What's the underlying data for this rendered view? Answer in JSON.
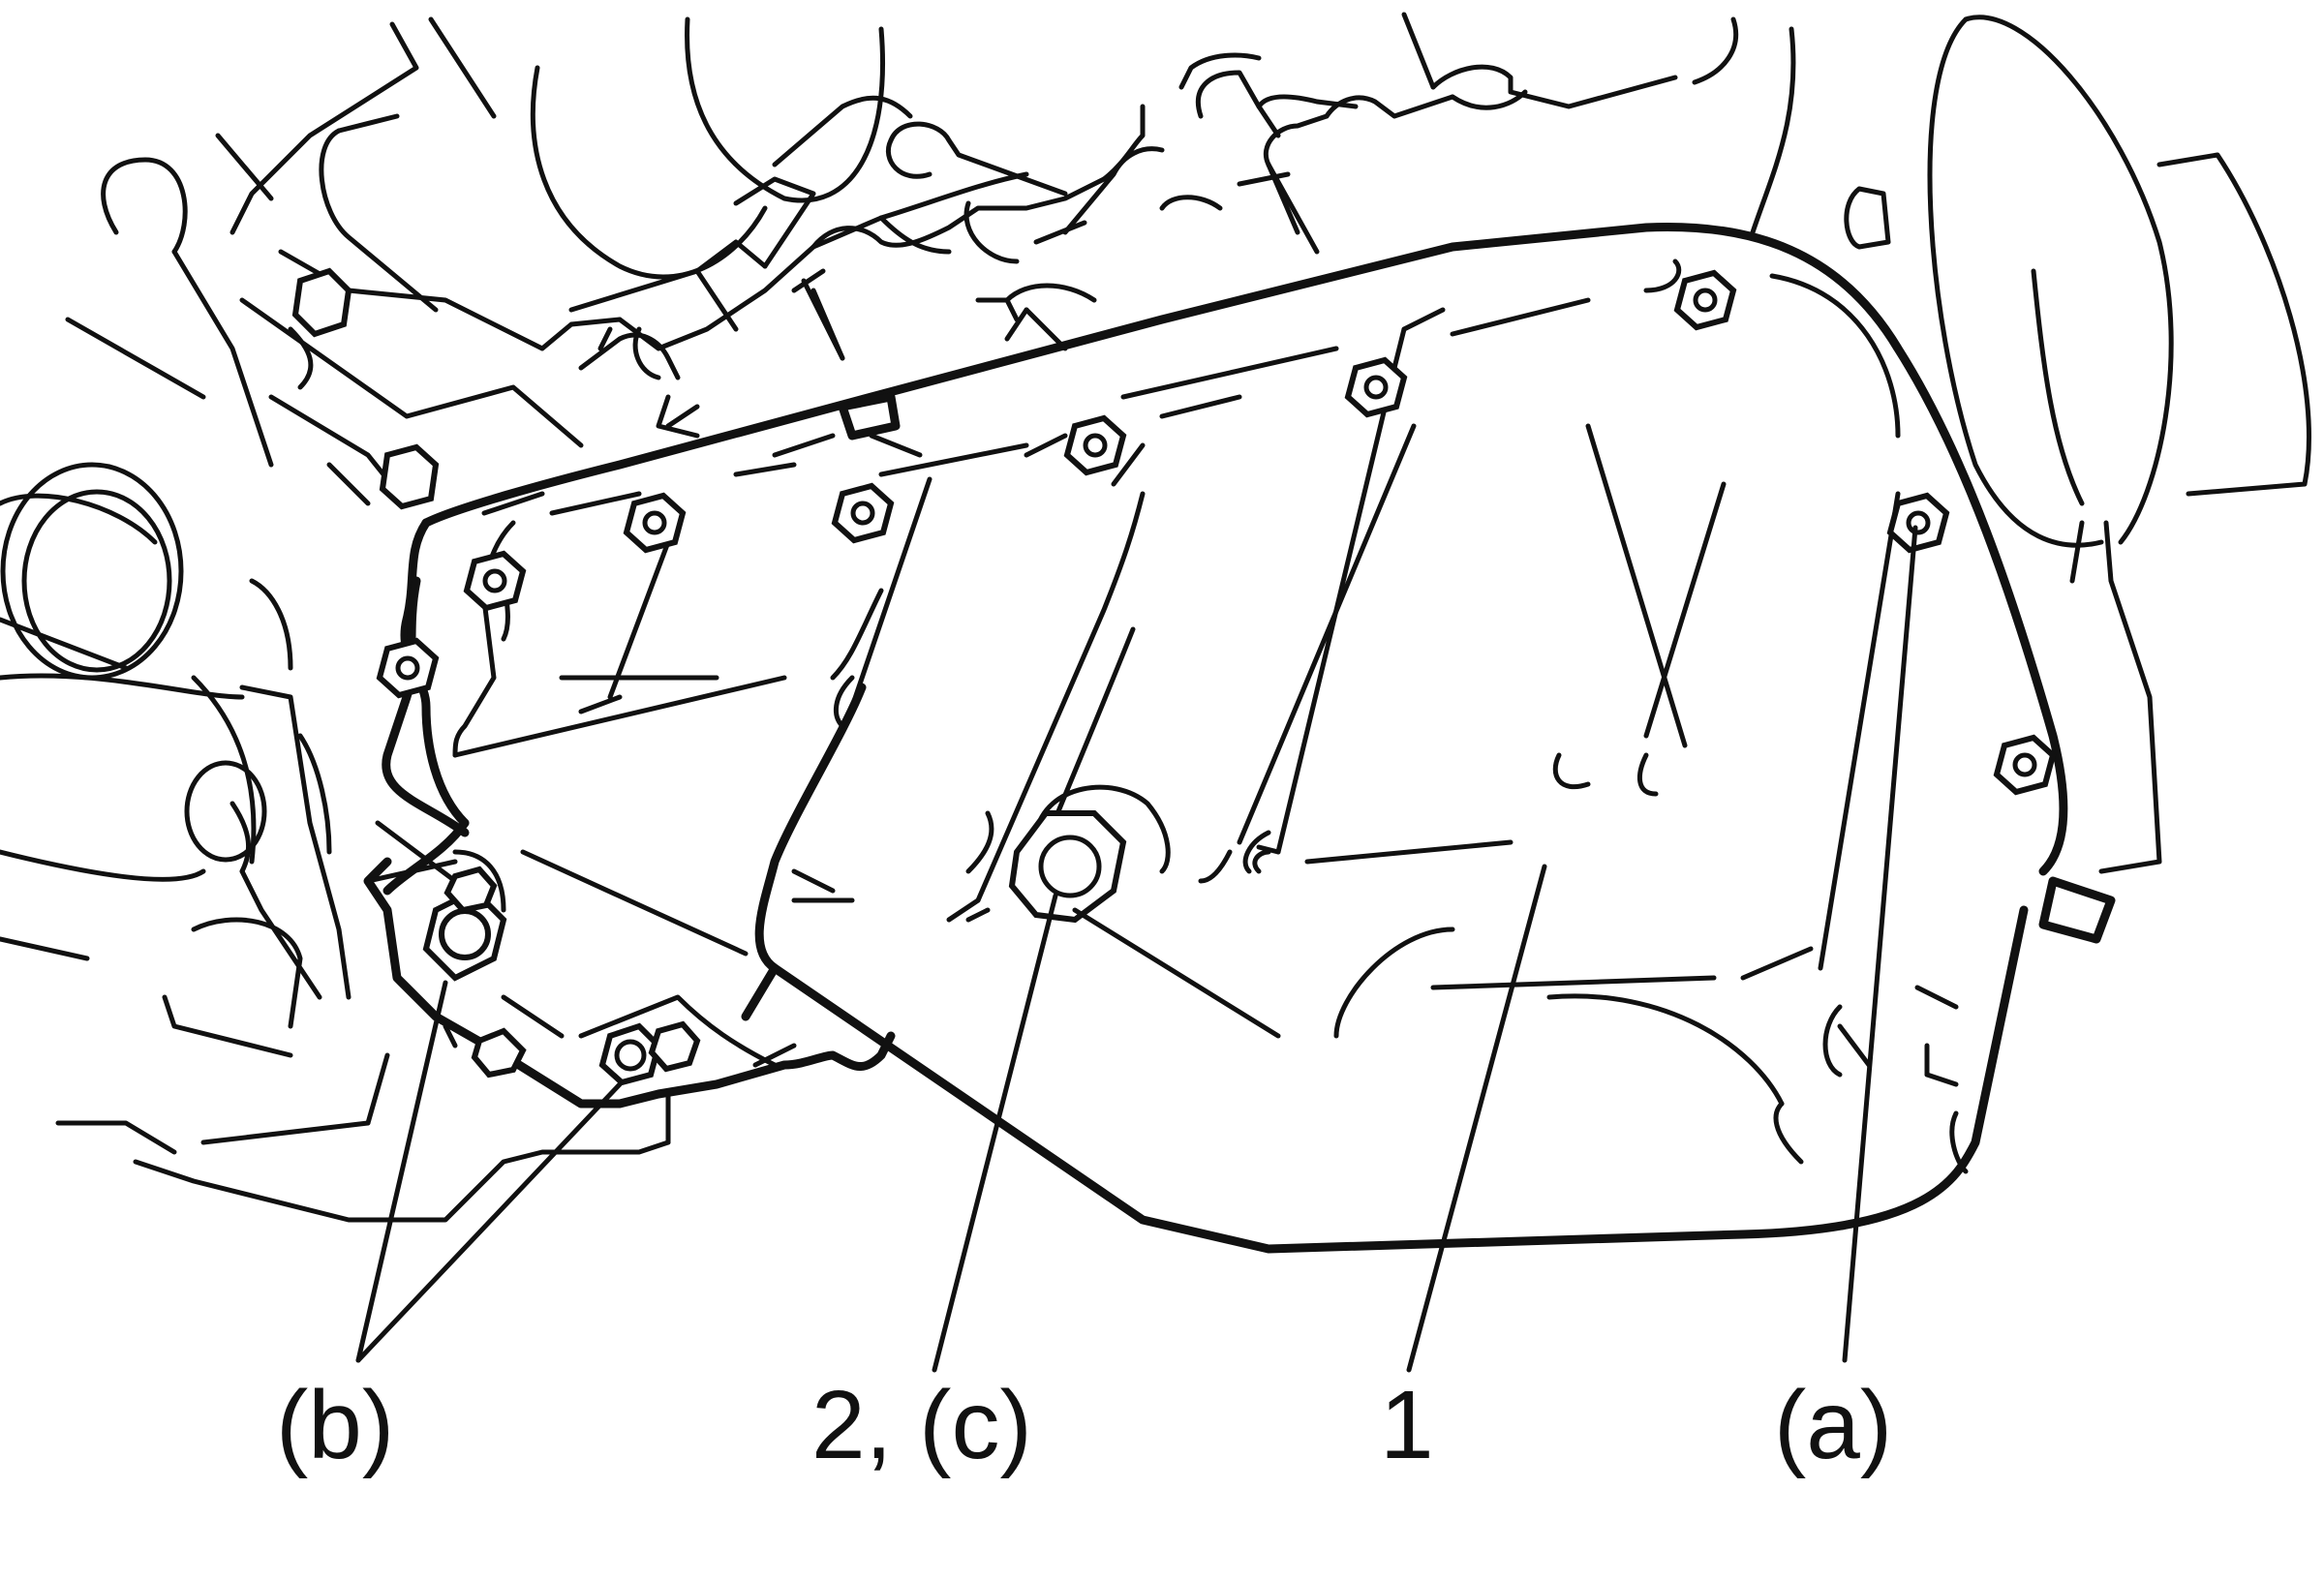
{
  "callouts": {
    "b": "(b)",
    "two_c": "2, (c)",
    "one": "1",
    "a": "(a)"
  },
  "colors": {
    "line": "#111111",
    "background": "#ffffff"
  }
}
